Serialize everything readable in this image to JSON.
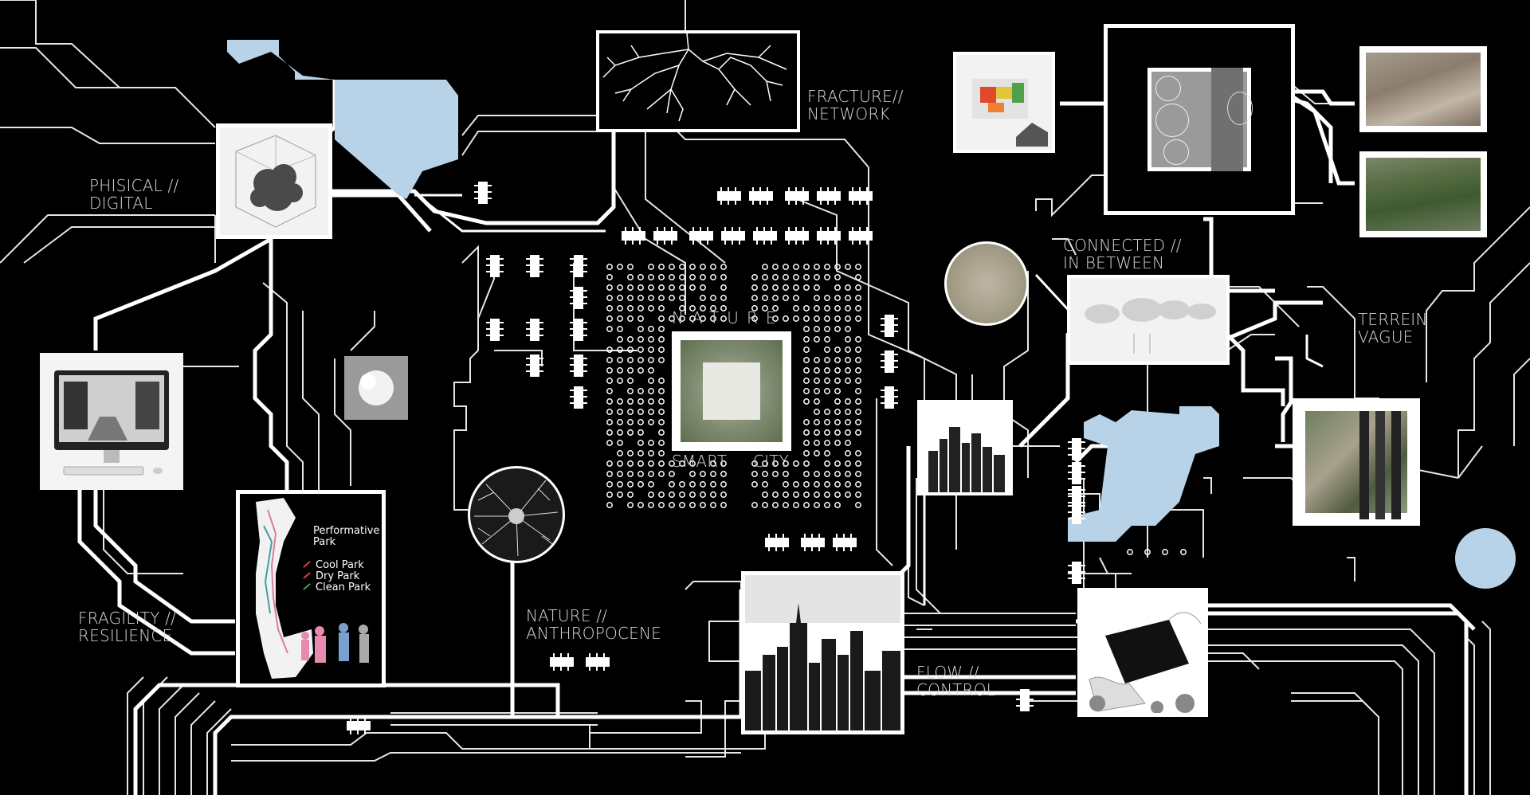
{
  "labels": {
    "physical_digital": [
      "PHISICAL //",
      "DIGITAL"
    ],
    "fracture_network": [
      "FRACTURE//",
      "NETWORK"
    ],
    "connected_between": [
      "CONNECTED //",
      "IN BETWEEN"
    ],
    "terrein_vague": [
      "TERREIN",
      "VAGUE"
    ],
    "fragility_resilience": [
      "FRAGILITY //",
      "RESILIENCE"
    ],
    "nature_anthropocene": [
      "NATURE //",
      "ANTHROPOCENE"
    ],
    "flow_control": [
      "FLOW //",
      "CONTROL"
    ],
    "center_top": "NATURE",
    "center_bottom_left": "SMART",
    "center_bottom_right": "CITY"
  },
  "performative_park": {
    "title": [
      "Performative",
      "Park"
    ],
    "items": [
      "Cool Park",
      "Dry Park",
      "Clean Park"
    ]
  },
  "colors": {
    "background": "#000000",
    "circuit": "#ffffff",
    "water_blue": "#b8d3e8",
    "moss_green": "#5f6e4f"
  },
  "icons": [
    "monitor-icon",
    "tree-root-icon",
    "neuron-icon",
    "skyline-icon",
    "hand-icon"
  ]
}
